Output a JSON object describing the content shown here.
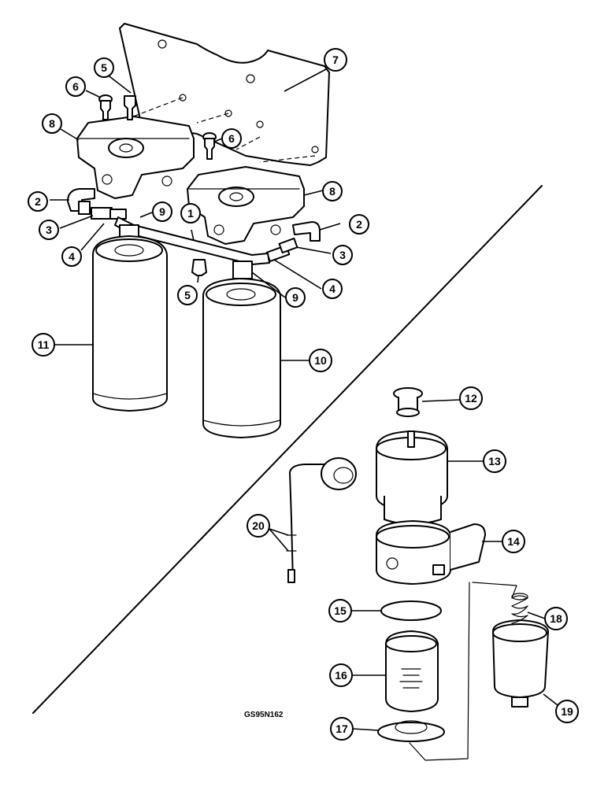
{
  "figure_code": "GS95N162",
  "callouts": {
    "c1": "1",
    "c2a": "2",
    "c2b": "2",
    "c3a": "3",
    "c3b": "3",
    "c4a": "4",
    "c4b": "4",
    "c5a": "5",
    "c5b": "5",
    "c6a": "6",
    "c6b": "6",
    "c7": "7",
    "c8a": "8",
    "c8b": "8",
    "c9a": "9",
    "c9b": "9",
    "c10": "10",
    "c11": "11",
    "c12": "12",
    "c13": "13",
    "c14": "14",
    "c15": "15",
    "c16": "16",
    "c17": "17",
    "c18": "18",
    "c19": "19",
    "c20": "20"
  }
}
